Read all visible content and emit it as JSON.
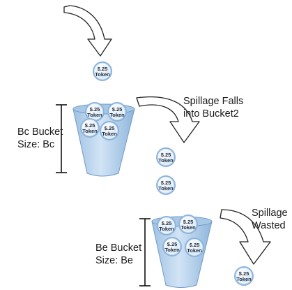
{
  "token": {
    "value": "$.25",
    "word": "Token"
  },
  "labels": {
    "bc_bucket": {
      "line1": "Bc Bucket",
      "line2": "Size: Bc"
    },
    "be_bucket": {
      "line1": "Be Bucket",
      "line2": "Size: Be"
    },
    "spillage_to_bucket2": {
      "line1": "Spillage Falls",
      "line2": "into Bucket2"
    },
    "spillage_wasted": {
      "line1": "Spillage",
      "line2": "Wasted"
    }
  },
  "colors": {
    "bucket_fill": "#bcd5ec",
    "bucket_rim": "#7fa9d3",
    "token_fill": "#d5e6f6",
    "token_ring": "#8bb4dc",
    "arrow_fill": "#ffffff",
    "arrow_stroke": "#222222"
  }
}
